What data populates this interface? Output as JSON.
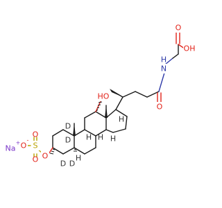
{
  "molecule": {
    "atoms": {
      "ho_acid": {
        "text": "OH",
        "color": "#e2231a"
      },
      "o_acid": {
        "text": "O",
        "color": "#e2231a"
      },
      "nh": {
        "text": "N",
        "color": "#2e3aa8"
      },
      "h_of_nh": {
        "text": "H",
        "color": "#2e3aa8"
      },
      "o_amide": {
        "text": "O",
        "color": "#e2231a"
      },
      "ho_c12": {
        "text": "HO",
        "color": "#e2231a"
      },
      "h_c17": {
        "text": "H",
        "color": "#333333"
      },
      "h_c14": {
        "text": "H",
        "color": "#333333"
      },
      "h_c8": {
        "text": "H",
        "color": "#333333"
      },
      "h_c9": {
        "text": "H",
        "color": "#333333"
      },
      "h_c5": {
        "text": "H",
        "color": "#333333"
      },
      "d_c2a": {
        "text": "D",
        "color": "#333333"
      },
      "d_c2b": {
        "text": "D",
        "color": "#333333"
      },
      "d_c4a": {
        "text": "D",
        "color": "#333333"
      },
      "d_c4b": {
        "text": "D",
        "color": "#333333"
      },
      "o_ester": {
        "text": "O",
        "color": "#e2231a"
      },
      "s": {
        "text": "S",
        "color": "#b8a200"
      },
      "o_s_top": {
        "text": "O",
        "color": "#e2231a"
      },
      "o_s_bot": {
        "text": "O",
        "color": "#e2231a"
      },
      "o_minus": {
        "text": "O",
        "color": "#e2231a"
      },
      "na": {
        "text": "Na",
        "color": "#7a35c9"
      }
    },
    "charges": {
      "minus": "-",
      "plus": "+"
    }
  }
}
